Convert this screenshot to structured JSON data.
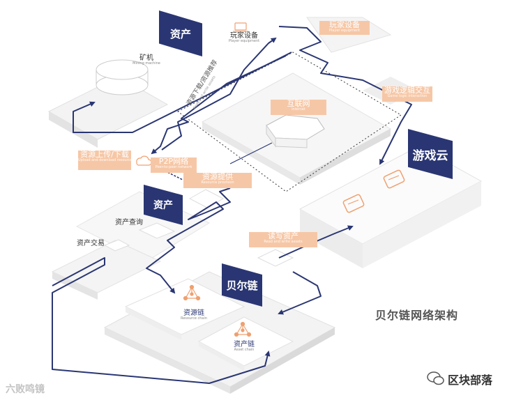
{
  "title": "贝尔链网络架构",
  "flags": {
    "asset_top": "资产",
    "asset_mid": "资产",
    "game_cloud": "游戏云",
    "bell_chain": "贝尔链"
  },
  "labels": {
    "player_equipment": {
      "zh": "玩家设备",
      "en": "Player equipment"
    },
    "miner": {
      "zh": "矿机",
      "en": "Mining machine"
    },
    "internet": {
      "zh": "互联网",
      "en": "Internet"
    },
    "game_logic": {
      "zh": "游戏逻辑交互",
      "en": "Game logic interaction"
    },
    "upload_download": {
      "zh": "资源上传/下载",
      "en": "Upload and download resources"
    },
    "p2p": {
      "zh": "P2P网络",
      "en": "Peer-to-peer network"
    },
    "resource_provide": {
      "zh": "资源提供",
      "en": "Resource provision"
    },
    "read_write": {
      "zh": "读写资产",
      "en": "Read and write assets"
    },
    "asset_query": {
      "zh": "资产查询"
    },
    "asset_trade": {
      "zh": "资产交易"
    },
    "resource_chain": {
      "zh": "资源链",
      "en": "Resource chain"
    },
    "asset_chain": {
      "zh": "资产链",
      "en": "Asset chain"
    },
    "diag_text": {
      "zh": "资源下载/资源推荐",
      "en": "Read and write assets"
    }
  },
  "watermark_left": "六败鸣镜",
  "watermark_right": "区块部落",
  "colors": {
    "navy": "#2a3673",
    "orange": "#f0a070",
    "orange_light": "#f6c7a6",
    "grey": "#e9e9e9"
  }
}
